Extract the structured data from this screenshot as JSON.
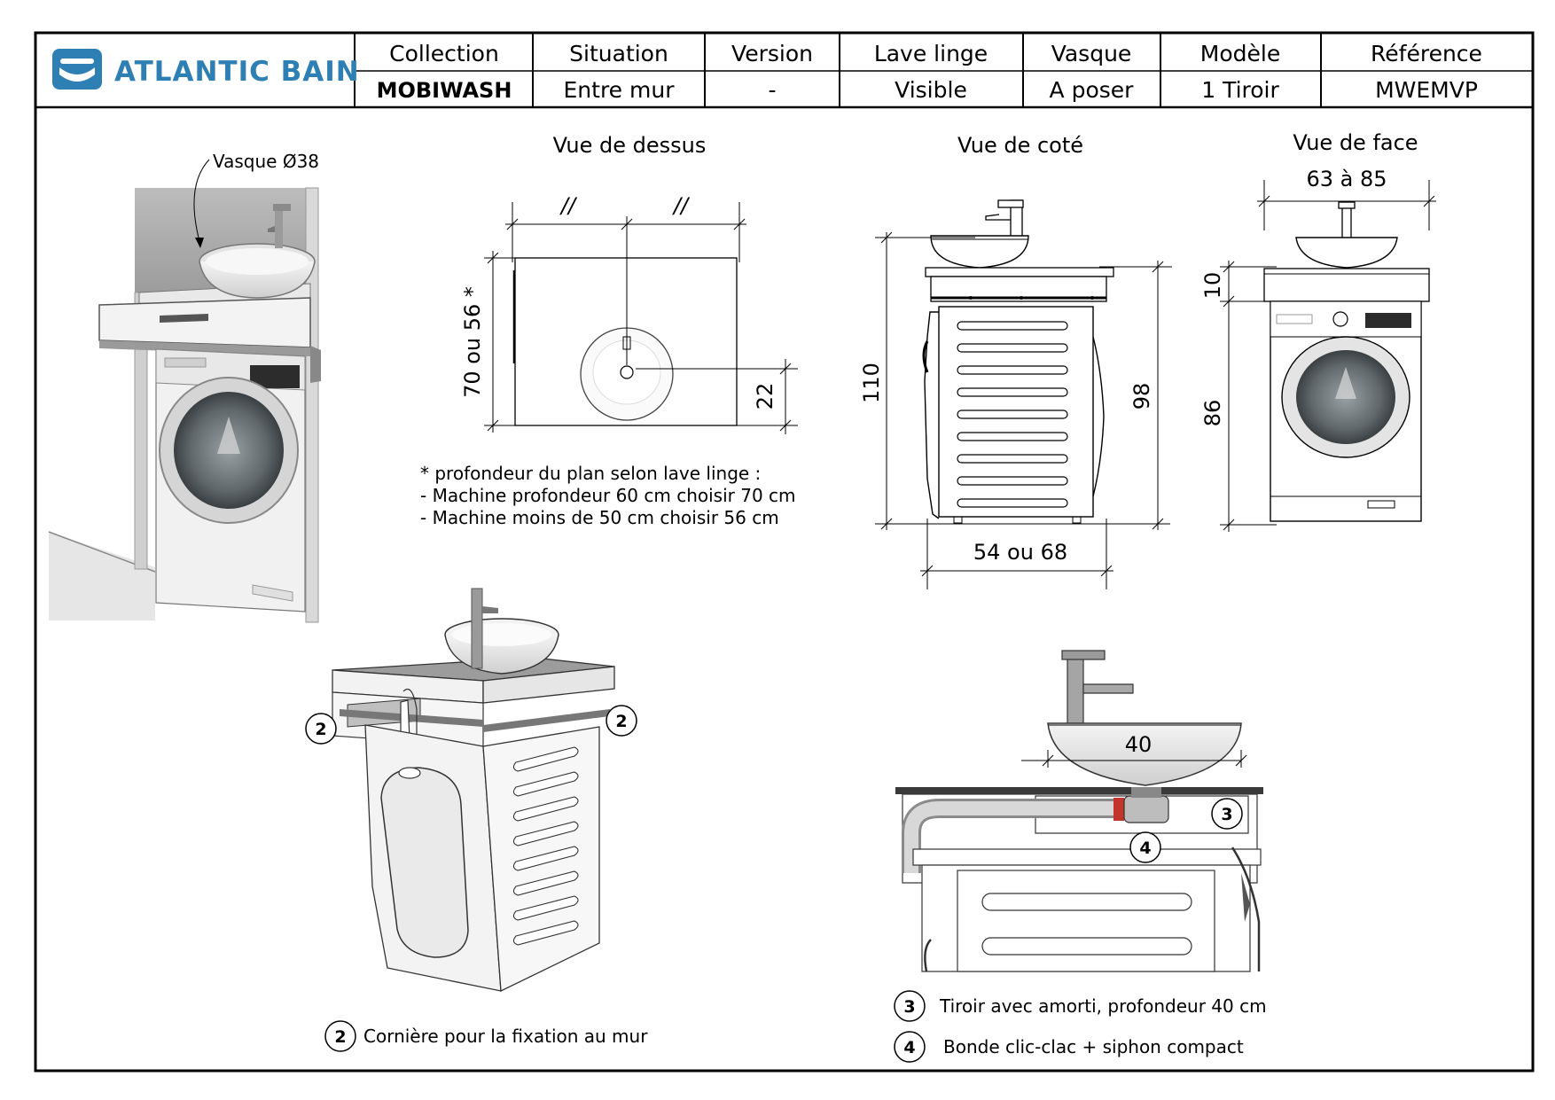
{
  "brand": {
    "name": "ATLANTIC BAIN",
    "accent": "#2e7fb4"
  },
  "header": {
    "columns": [
      {
        "label": "Collection",
        "value": "MOBIWASH"
      },
      {
        "label": "Situation",
        "value": "Entre mur"
      },
      {
        "label": "Version",
        "value": "-"
      },
      {
        "label": "Lave linge",
        "value": "Visible"
      },
      {
        "label": "Vasque",
        "value": "A poser"
      },
      {
        "label": "Modèle",
        "value": "1 Tiroir"
      },
      {
        "label": "Référence",
        "value": "MWEMVP"
      }
    ]
  },
  "perspective": {
    "basin_label": "Vasque Ø38"
  },
  "top_view": {
    "title": "Vue de dessus",
    "dim_half_left": "//",
    "dim_half_right": "//",
    "dim_depth": "70 ou 56 *",
    "dim_offset": "22"
  },
  "side_view": {
    "title": "Vue de coté",
    "dim_total_height": "110",
    "dim_machine_height": "98",
    "dim_depth": "54 ou 68"
  },
  "front_view": {
    "title": "Vue de face",
    "dim_width": "63 à 85",
    "dim_top": "10",
    "dim_machine": "86"
  },
  "notes": {
    "line1": "* profondeur du plan selon lave linge :",
    "line2": "- Machine profondeur 60 cm choisir 70 cm",
    "line3": "- Machine moins de 50 cm choisir 56 cm"
  },
  "callouts": {
    "marker2": "2",
    "marker3": "3",
    "marker4": "4",
    "basin_diameter": "40",
    "legend2": "Cornière pour la fixation au mur",
    "legend3": "Tiroir avec amorti, profondeur 40 cm",
    "legend4": "Bonde clic-clac + siphon compact"
  }
}
